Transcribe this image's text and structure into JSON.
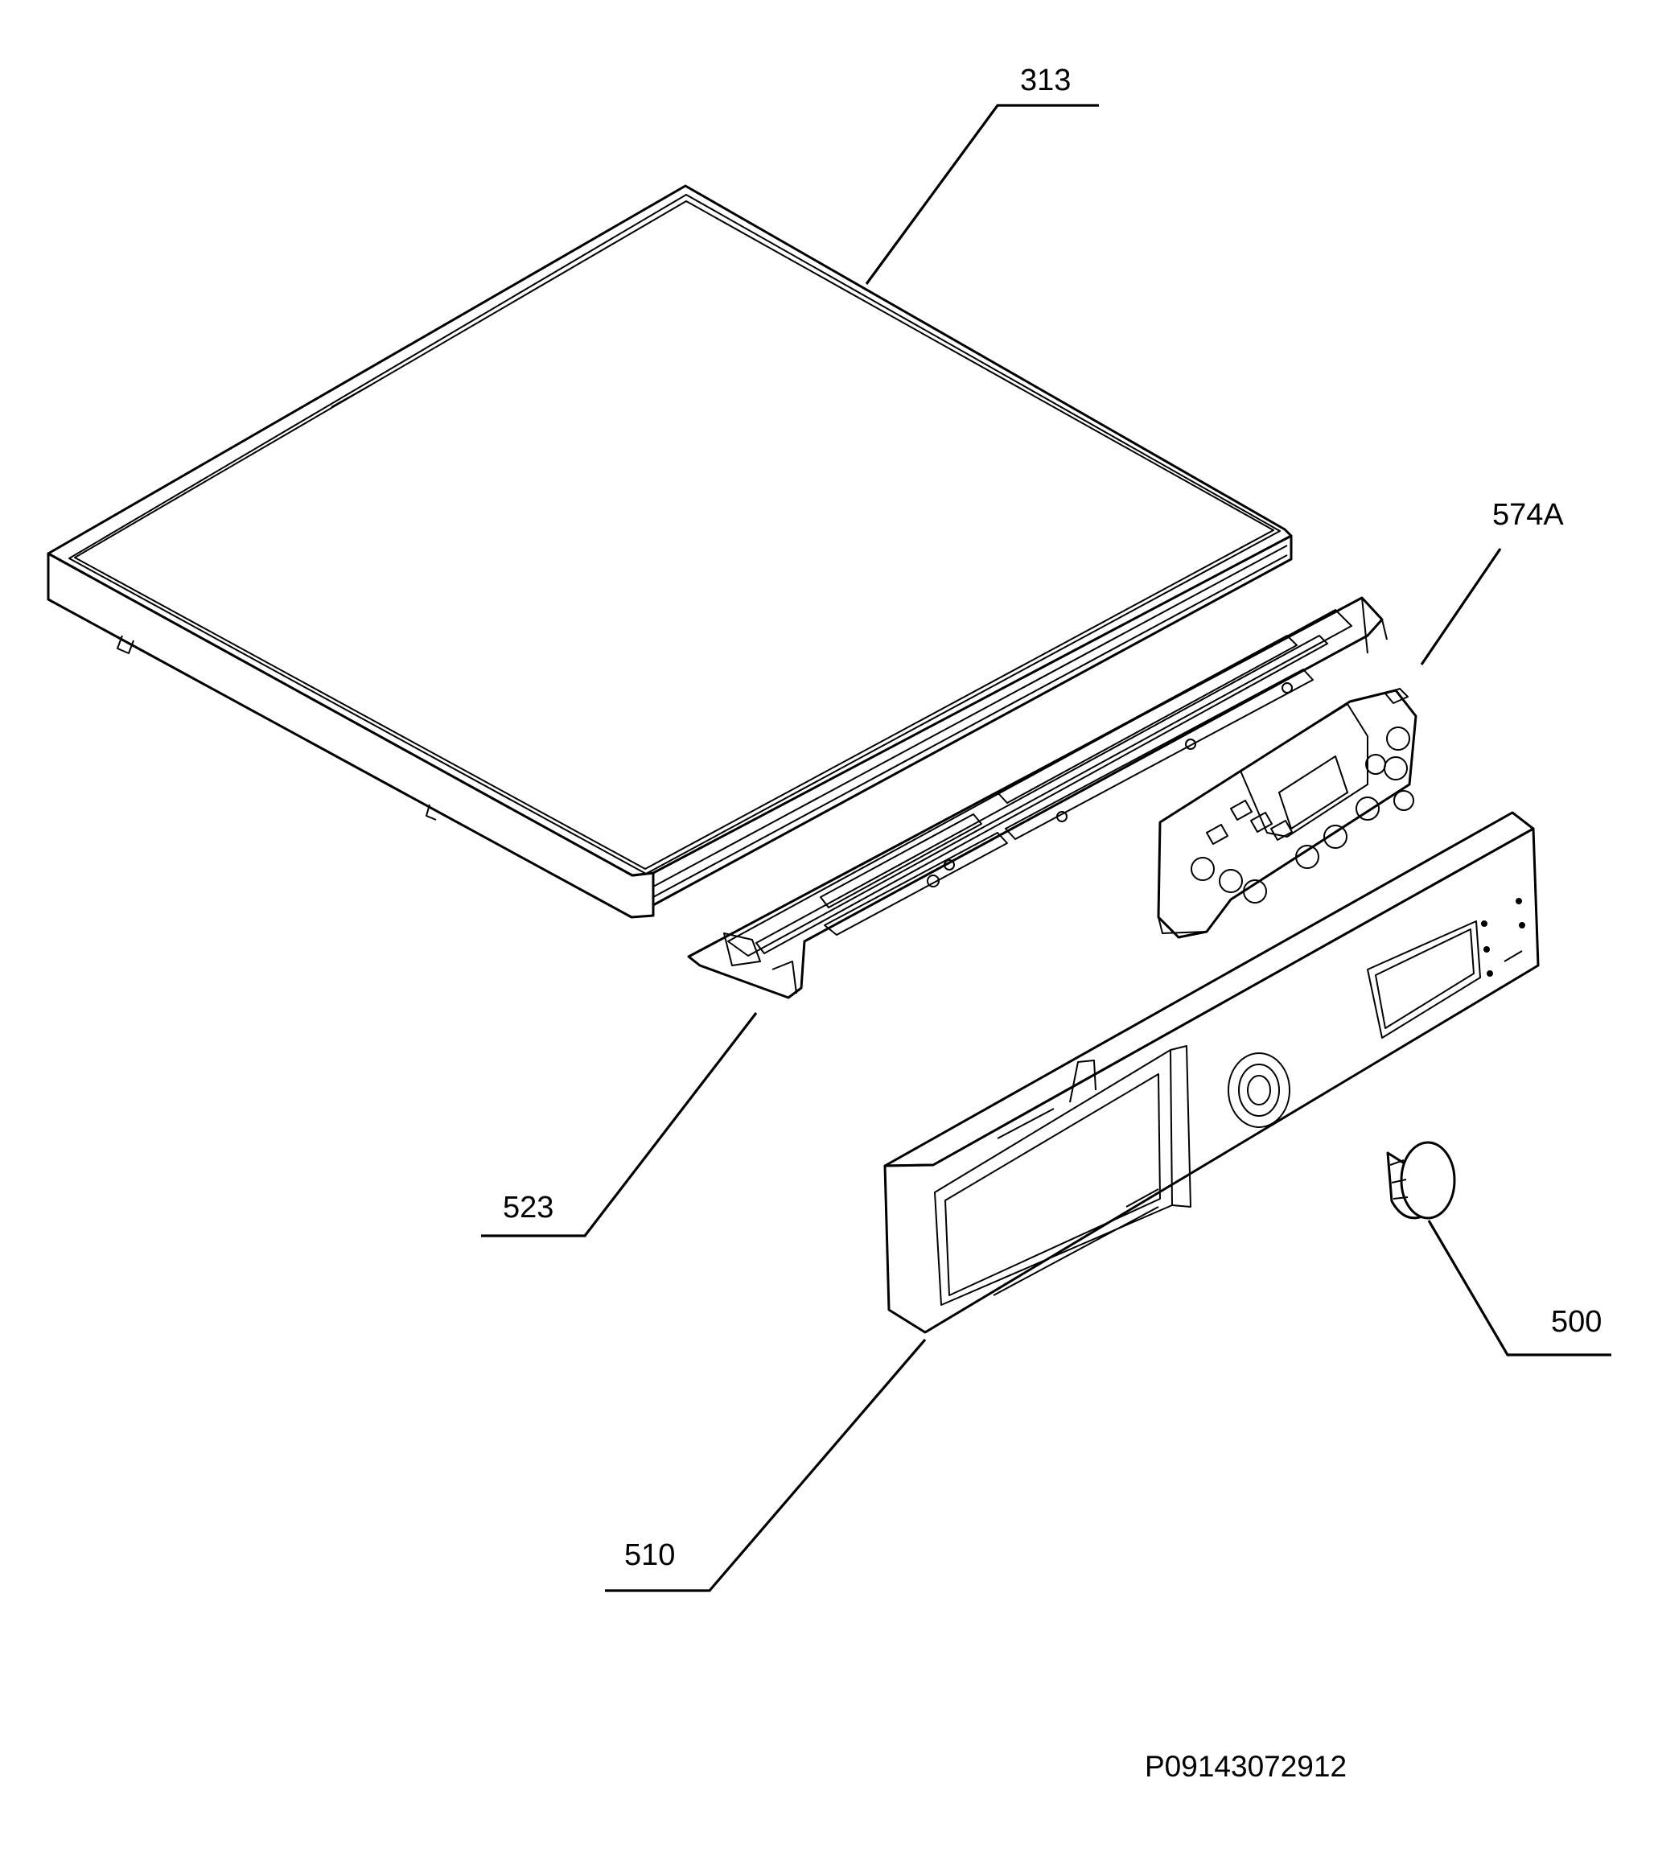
{
  "diagram": {
    "labels": {
      "top_cover": "313",
      "control_board": "574A",
      "support_rail": "523",
      "knob": "500",
      "control_panel": "510"
    },
    "drawing_code": "P09143072912"
  }
}
